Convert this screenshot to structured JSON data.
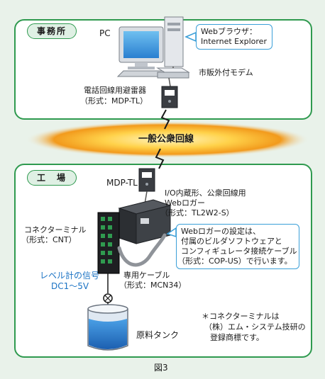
{
  "office": {
    "label": "事務所",
    "pc": "PC",
    "browser_line1": "Webブラウザ：",
    "browser_line2": "Internet Explorer",
    "modem": "市販外付モデム",
    "arrester_line1": "電話回線用避雷器",
    "arrester_line2": "（形式：MDP-TL）"
  },
  "network": {
    "label": "一般公衆回線"
  },
  "factory": {
    "label": "工　場",
    "mdp": "MDP-TL",
    "logger_line1": "I/O内蔵形、公衆回線用",
    "logger_line2": "Webロガー",
    "logger_line3": "（形式：TL2W2-S）",
    "setting_line1": "Webロガーの設定は、",
    "setting_line2": "付属のビルダソフトウェアと",
    "setting_line3": "コンフィギュレータ接続ケーブル",
    "setting_line4": "（形式：COP-US）で行います。",
    "terminal_line1": "コネクターミナル",
    "terminal_line2": "（形式：CNT）",
    "signal_line1": "レベル計の信号",
    "signal_line2": "DC1～5V",
    "cable_line1": "専用ケーブル",
    "cable_line2": "（形式：MCN34）",
    "tank": "原料タンク",
    "note_line1": "＊コネクターミナルは",
    "note_line2": "（株）エム・システム技研の",
    "note_line3": "登録商標です。"
  },
  "figure_caption": "図3"
}
